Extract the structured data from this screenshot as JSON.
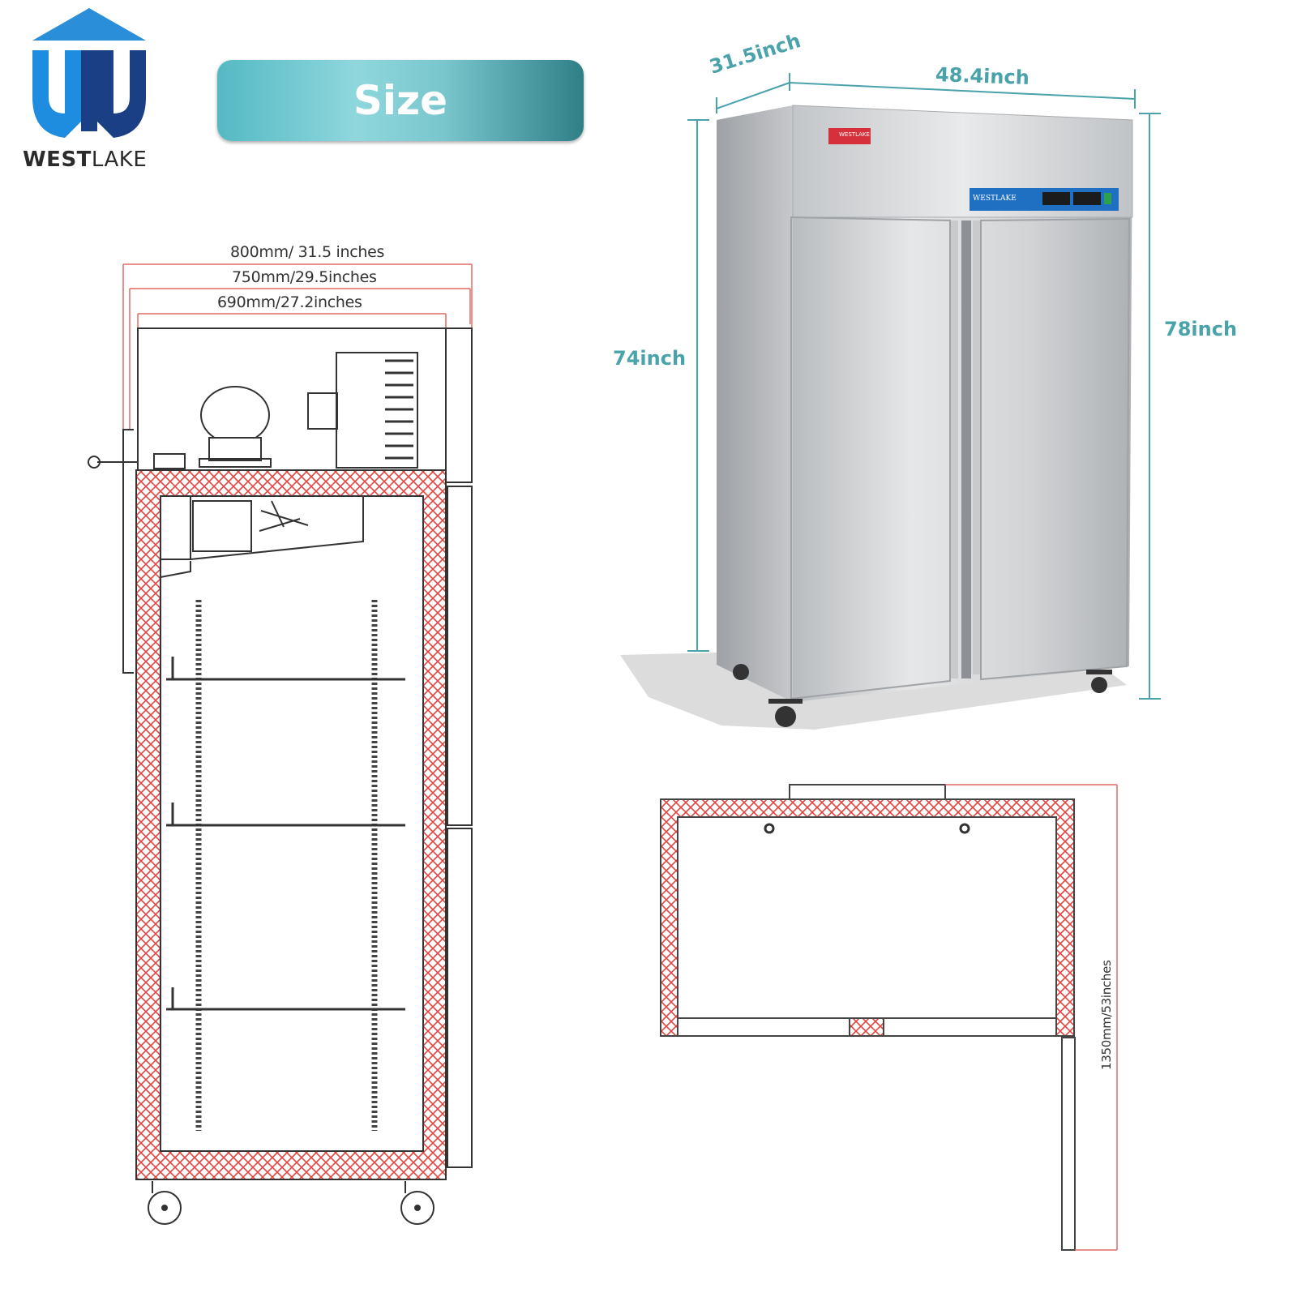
{
  "brand": {
    "name_part1": "WEST",
    "name_part2": "LAKE",
    "badge_text": "WESTLAKE",
    "panel_text": "WESTLAKE"
  },
  "banner": {
    "title": "Size"
  },
  "dimensions": {
    "depth": "31.5inch",
    "width": "48.4inch",
    "height_body": "74inch",
    "height_total": "78inch"
  },
  "side_view": {
    "dim_outer": "800mm/ 31.5 inches",
    "dim_mid": "750mm/29.5inches",
    "dim_inner": "690mm/27.2inches"
  },
  "top_view": {
    "dim_door_swing": "1350mm/53inches"
  },
  "colors": {
    "accent_teal": "#4aa2aa",
    "insulation_red": "#e0453f",
    "logo_blue": "#1e8de0",
    "logo_navy": "#1a3f85"
  }
}
